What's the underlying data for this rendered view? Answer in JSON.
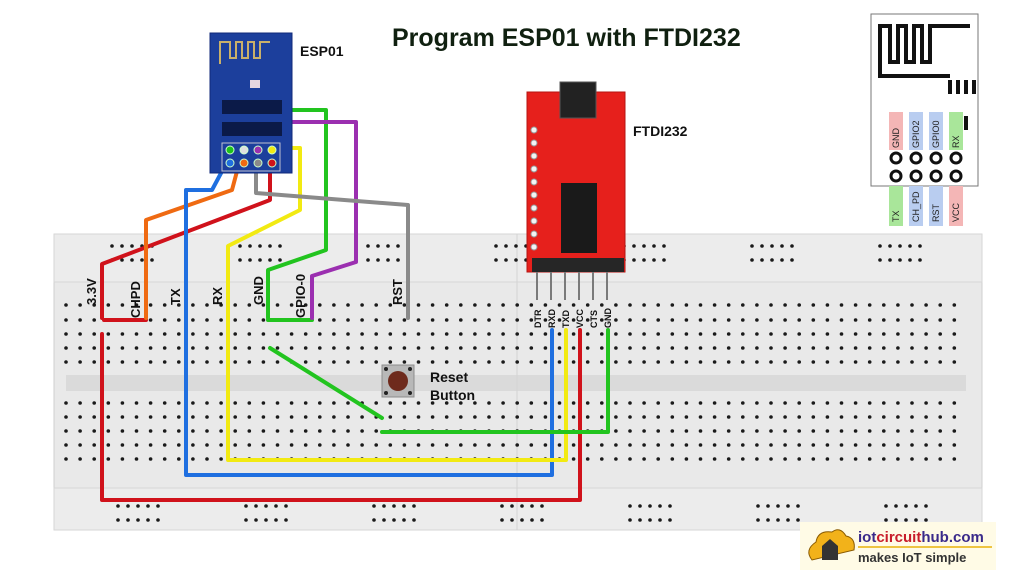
{
  "title": "Program ESP01 with FTDI232",
  "esp01_label": "ESP01",
  "ftdi_label": "FTDI232",
  "reset_label_line1": "Reset",
  "reset_label_line2": "Button",
  "breadboard_pin_labels": [
    "3.3V",
    "CHPD",
    "TX",
    "RX",
    "GND",
    "GPIO-0",
    "RST"
  ],
  "ftdi_pin_labels": [
    "DTR",
    "RXD",
    "TXD",
    "VCC",
    "CTS",
    "GND"
  ],
  "pinout_top_labels": [
    "GND",
    "GPIO2",
    "GPIO0",
    "RX"
  ],
  "pinout_bottom_labels": [
    "TX",
    "CH_PD",
    "RST",
    "VCC"
  ],
  "pinout_colors": {
    "GND": "#f4b6b6",
    "GPIO2": "#b9cdf0",
    "GPIO0": "#b9cdf0",
    "RX": "#a9e69a",
    "TX": "#a9e69a",
    "CH_PD": "#b9cdf0",
    "RST": "#b9cdf0",
    "VCC": "#f4b6b6"
  },
  "wire_colors": {
    "red": "#d0121b",
    "orange": "#ef6a12",
    "blue": "#1f6fe0",
    "yellow": "#f2ea12",
    "green": "#22c41f",
    "purple": "#9b2fb0",
    "gray": "#8a8a8a"
  },
  "connections": [
    {
      "from": "ESP01 VCC",
      "to": "3.3V / FTDI VCC",
      "color": "red"
    },
    {
      "from": "ESP01 CH_PD",
      "to": "CHPD (tied to 3.3V)",
      "color": "orange"
    },
    {
      "from": "ESP01 TX",
      "to": "FTDI RXD",
      "color": "blue"
    },
    {
      "from": "ESP01 RX",
      "to": "FTDI TXD",
      "color": "yellow"
    },
    {
      "from": "ESP01 GND",
      "to": "GND / FTDI GND",
      "color": "green"
    },
    {
      "from": "ESP01 GPIO0",
      "to": "GND (programming mode)",
      "color": "purple"
    },
    {
      "from": "ESP01 RST",
      "to": "Reset Button",
      "color": "gray"
    }
  ],
  "logo": {
    "site_part1": "iot",
    "site_part2": "circuit",
    "site_part3": "hub",
    "site_part4": ".com",
    "tagline": "makes IoT simple"
  }
}
